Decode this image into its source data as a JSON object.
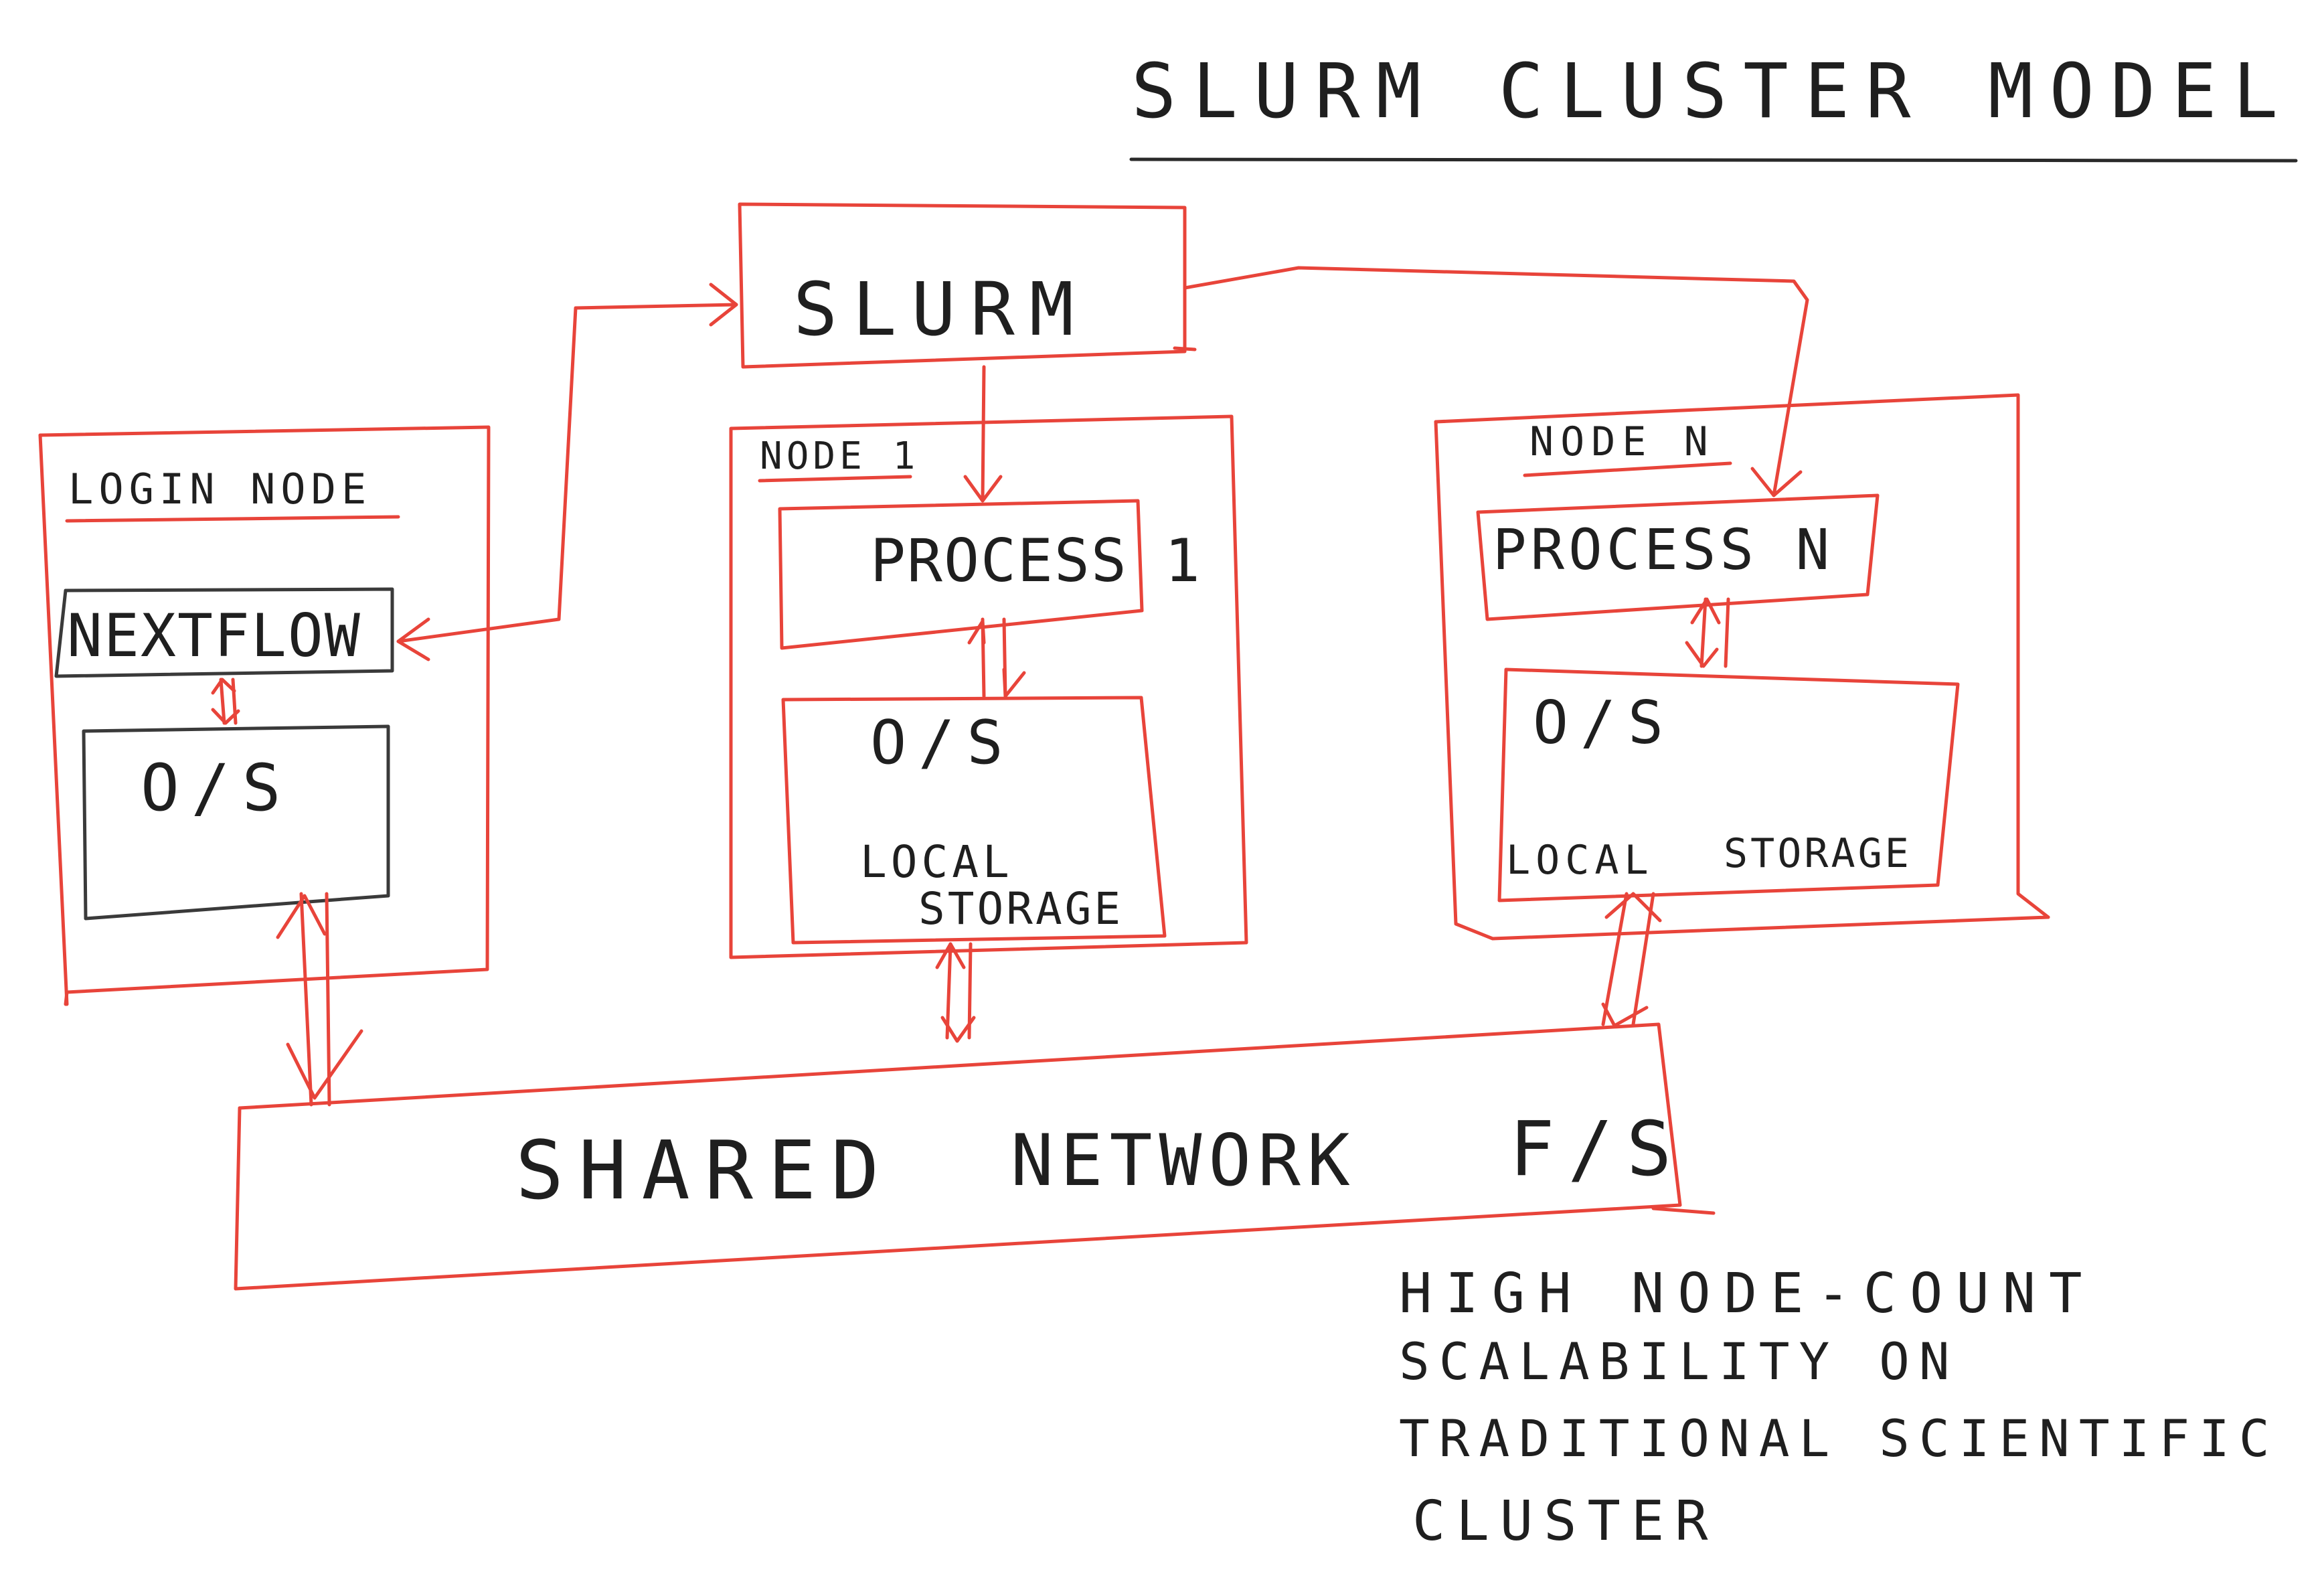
{
  "title": "SLURM CLUSTER MODEL",
  "slurm": {
    "label": "SLURM"
  },
  "login_node": {
    "label": "LOGIN NODE",
    "app": "NEXTFLOW",
    "os": "O/S"
  },
  "node1": {
    "label": "NODE 1",
    "process": "PROCESS 1",
    "os": "O/S",
    "storage_line1": "LOCAL",
    "storage_line2": "STORAGE"
  },
  "noden": {
    "label": "NODE N",
    "process": "PROCESS N",
    "os": "O/S",
    "storage_left": "LOCAL",
    "storage_right": "STORAGE"
  },
  "shared": {
    "w1": "SHARED",
    "w2": "NETWORK",
    "w3": "F/S"
  },
  "caption": {
    "line1": "HIGH NODE-COUNT",
    "line2": "SCALABILITY ON",
    "line3": "TRADITIONAL SCIENTIFIC",
    "line4": "CLUSTER"
  },
  "colors": {
    "box_red": "#e8443a",
    "ink": "#1f1f1f"
  }
}
